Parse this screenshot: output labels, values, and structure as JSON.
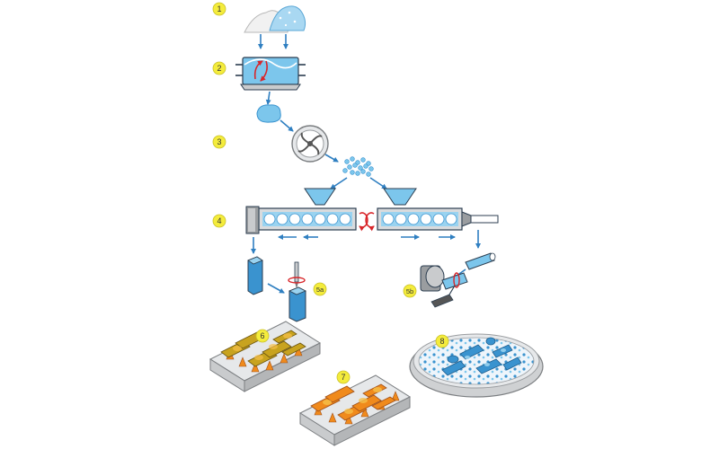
{
  "diagram": {
    "steps": [
      {
        "id": "1",
        "label": "1"
      },
      {
        "id": "2",
        "label": "2"
      },
      {
        "id": "3",
        "label": "3"
      },
      {
        "id": "4",
        "label": "4"
      },
      {
        "id": "5a",
        "label": "5a"
      },
      {
        "id": "5b",
        "label": "5b"
      },
      {
        "id": "6",
        "label": "6"
      },
      {
        "id": "7",
        "label": "7"
      },
      {
        "id": "8",
        "label": "8"
      }
    ]
  },
  "colors": {
    "badge": "#f4ec3c",
    "arrow": "#2f7fc1",
    "water": "#7cc6ec",
    "water_dark": "#3a93cf",
    "metal": "#c9cbcd",
    "metal_dark": "#7b7e81",
    "heat": "#f08a1c",
    "heat_light": "#f6c04a",
    "red": "#d8262a"
  }
}
